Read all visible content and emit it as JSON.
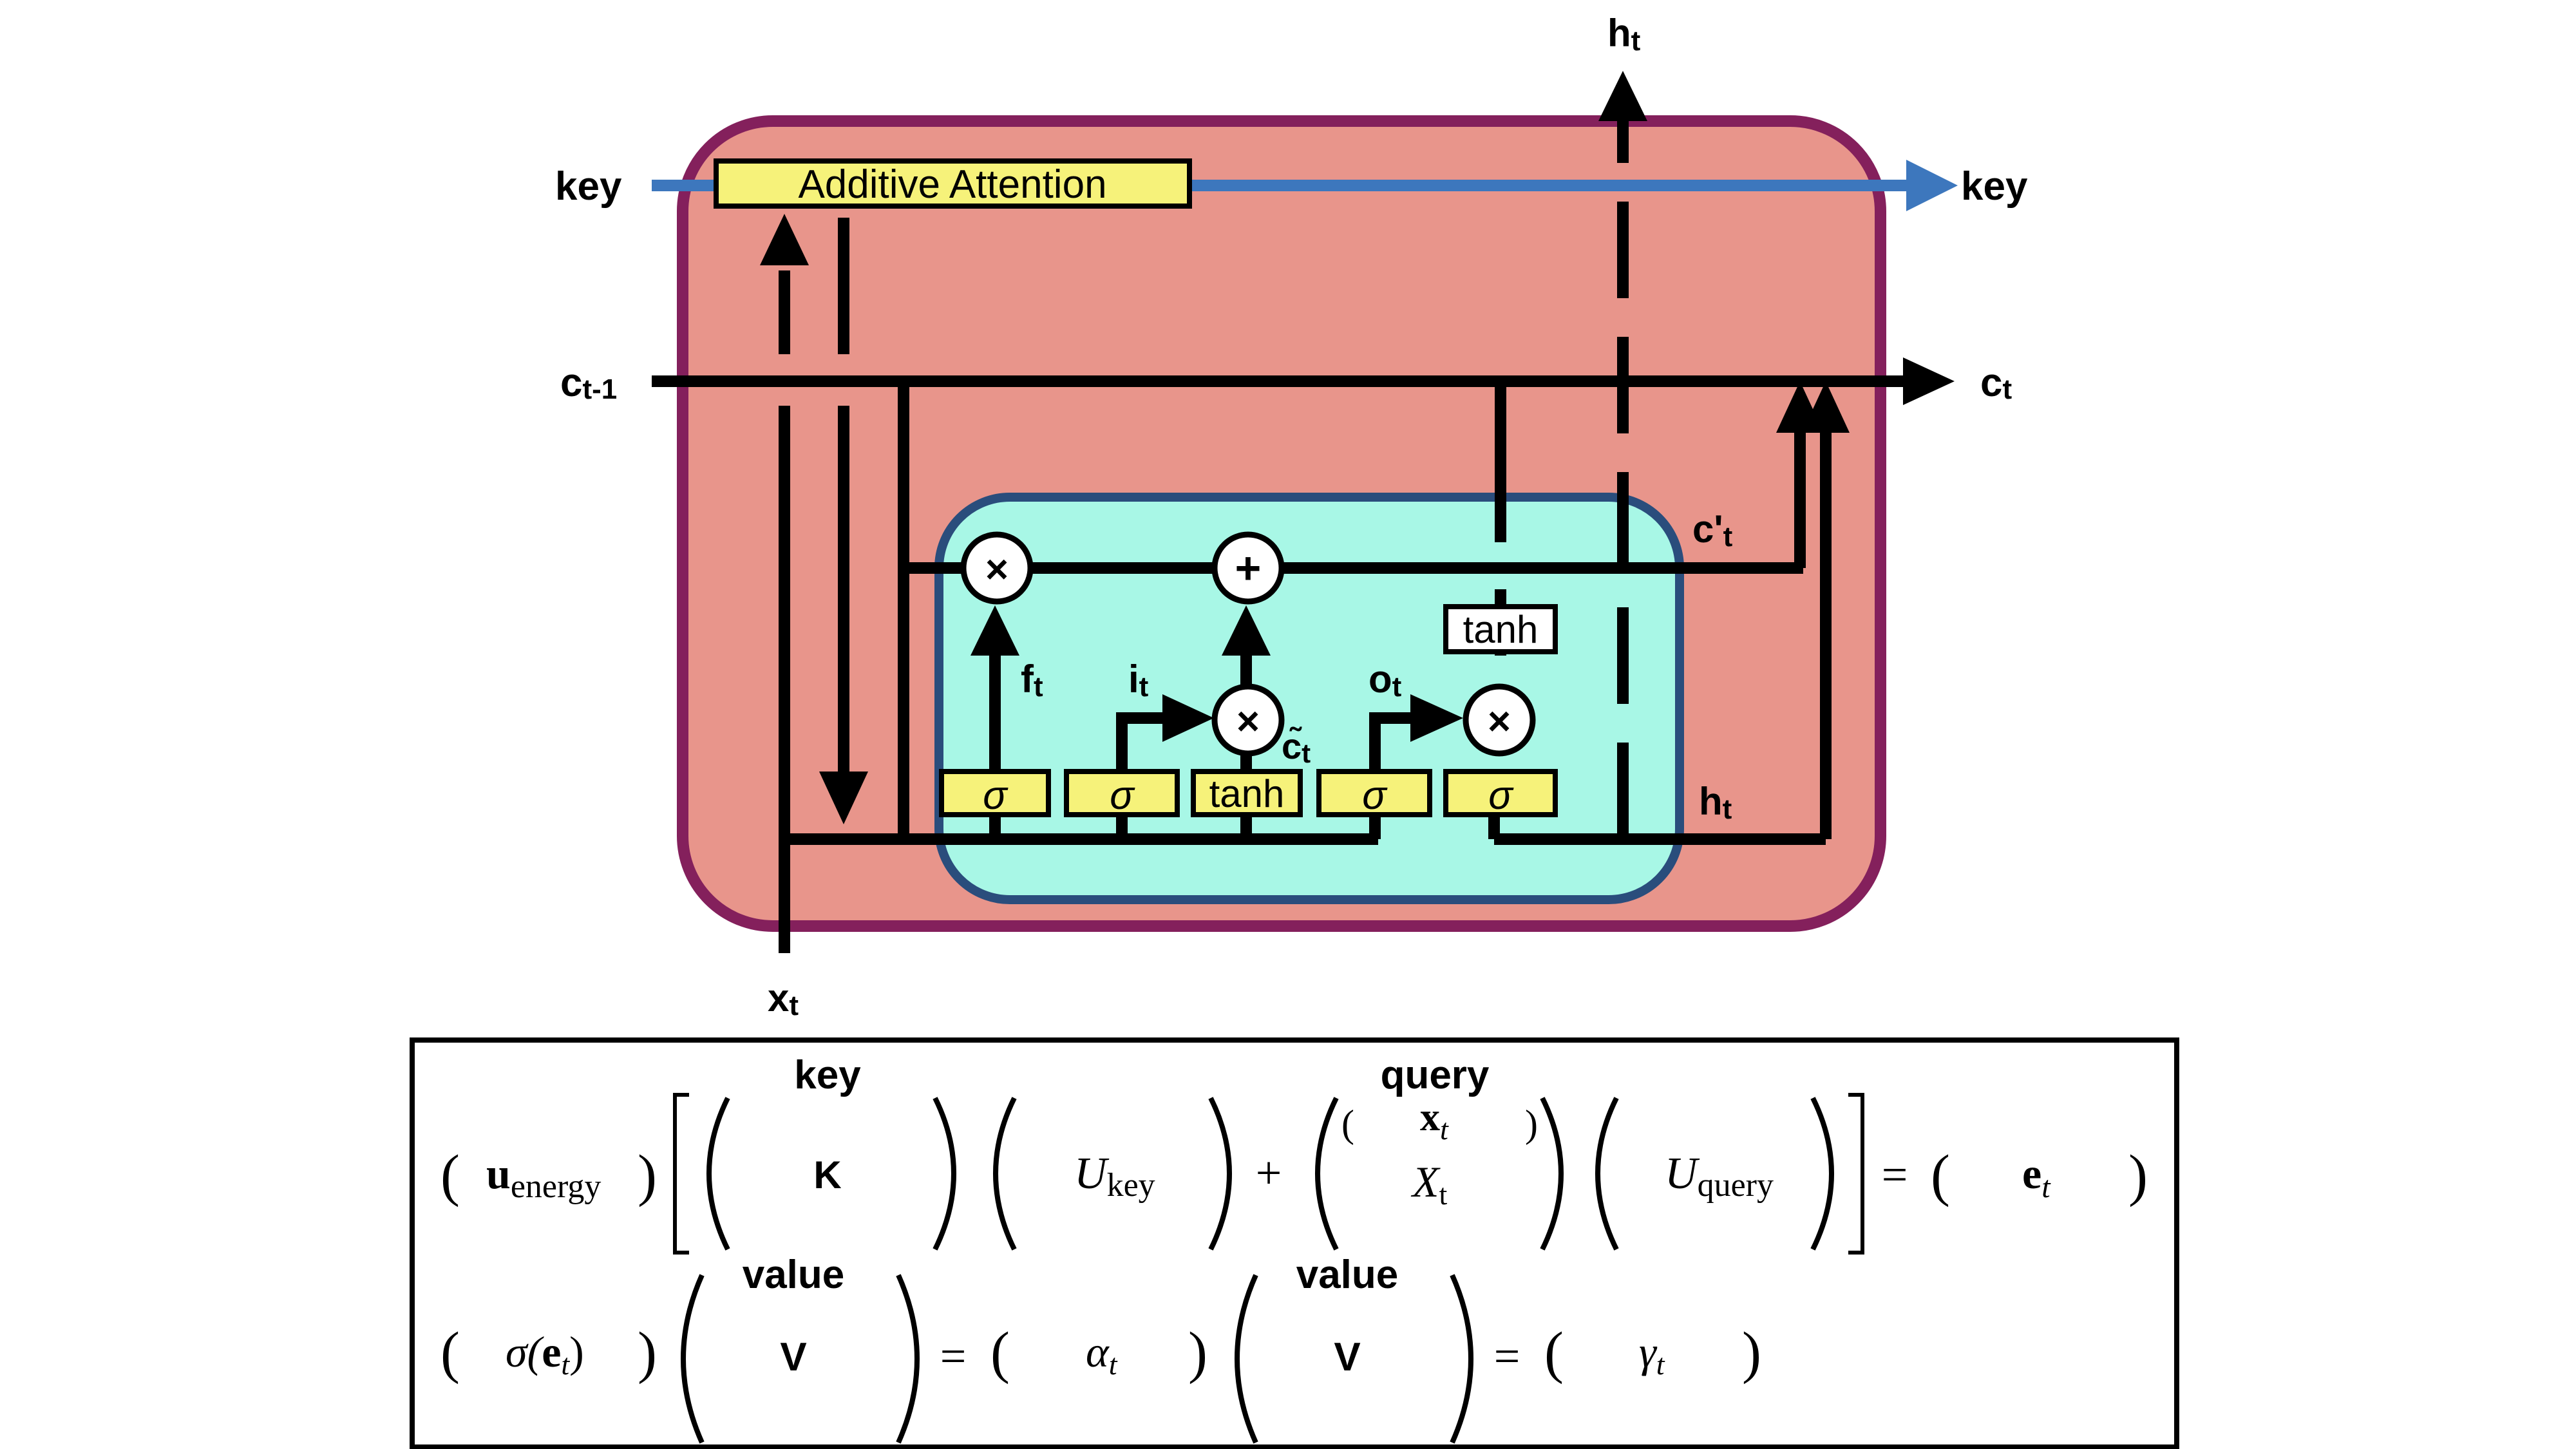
{
  "colors": {
    "outer_fill": "#e8958b",
    "outer_stroke": "#84205c",
    "inner_fill": "#a8f7e6",
    "inner_stroke": "#2a4d7c",
    "gate_fill": "#f6f27a",
    "key_line": "#3d77bd",
    "line": "#000000"
  },
  "diagram": {
    "key_in": "key",
    "key_out": "key",
    "c_prev_main": "c",
    "c_prev_sub": "t-1",
    "c_t_main": "c",
    "c_t_sub": "t",
    "h_top_main": "h",
    "h_top_sub": "t",
    "h_right_main": "h",
    "h_right_sub": "t",
    "x_main": "x",
    "x_sub": "t",
    "c_prime_main": "c'",
    "c_prime_sub": "t",
    "f_main": "f",
    "f_sub": "t",
    "i_main": "i",
    "i_sub": "t",
    "o_main": "o",
    "o_sub": "t",
    "c_tilde_main": "c̃",
    "c_tilde_sub": "t",
    "attention_label": "Additive Attention",
    "sigma": "σ",
    "tanh": "tanh",
    "times": "×",
    "plus": "+"
  },
  "equations": {
    "key_header": "key",
    "query_header": "query",
    "value_header_1": "value",
    "value_header_2": "value",
    "u_bold": "u",
    "u_sub": "energy",
    "K": "K",
    "U": "U",
    "U_key_sub": "key",
    "plus": "+",
    "x_bold": "x",
    "x_sub": "t",
    "X": "X",
    "X_sub": "t",
    "U_query_sub": "query",
    "equals": "=",
    "e_bold": "e",
    "e_sub": "t",
    "sigma_open": "σ(",
    "sigma_e_bold": "e",
    "sigma_e_sub": "t",
    "sigma_close": ")",
    "V": "V",
    "alpha": "α",
    "alpha_sub": "t",
    "gamma": "γ",
    "gamma_sub": "t"
  }
}
